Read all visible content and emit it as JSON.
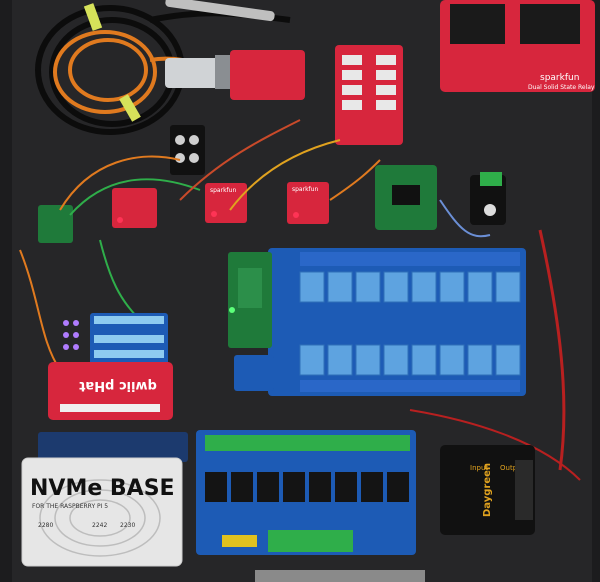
{
  "nvme_board": {
    "title": "NVMe BASE",
    "subtitle": "FOR THE RASPBERRY PI 5",
    "sizes": [
      "2280",
      "2242",
      "2230"
    ]
  },
  "qwiic_board": {
    "label": "qwiic pHat"
  },
  "sparkfun_relay": {
    "brand": "sparkfun",
    "subtitle": "Dual Solid State Relay"
  },
  "breakout_brand": "sparkfun",
  "converter": {
    "brand": "Daygreen",
    "left": "Input",
    "right": "Output"
  },
  "colors": {
    "board_bg": "#262628",
    "sparkfun_red": "#d7263d",
    "relay_blue": "#1d5bb5",
    "relay_cube": "#5ea3e0",
    "pcb_green": "#1f7a3a",
    "terminal_green": "#2fae4a",
    "wire_orange": "#e07a1f"
  }
}
